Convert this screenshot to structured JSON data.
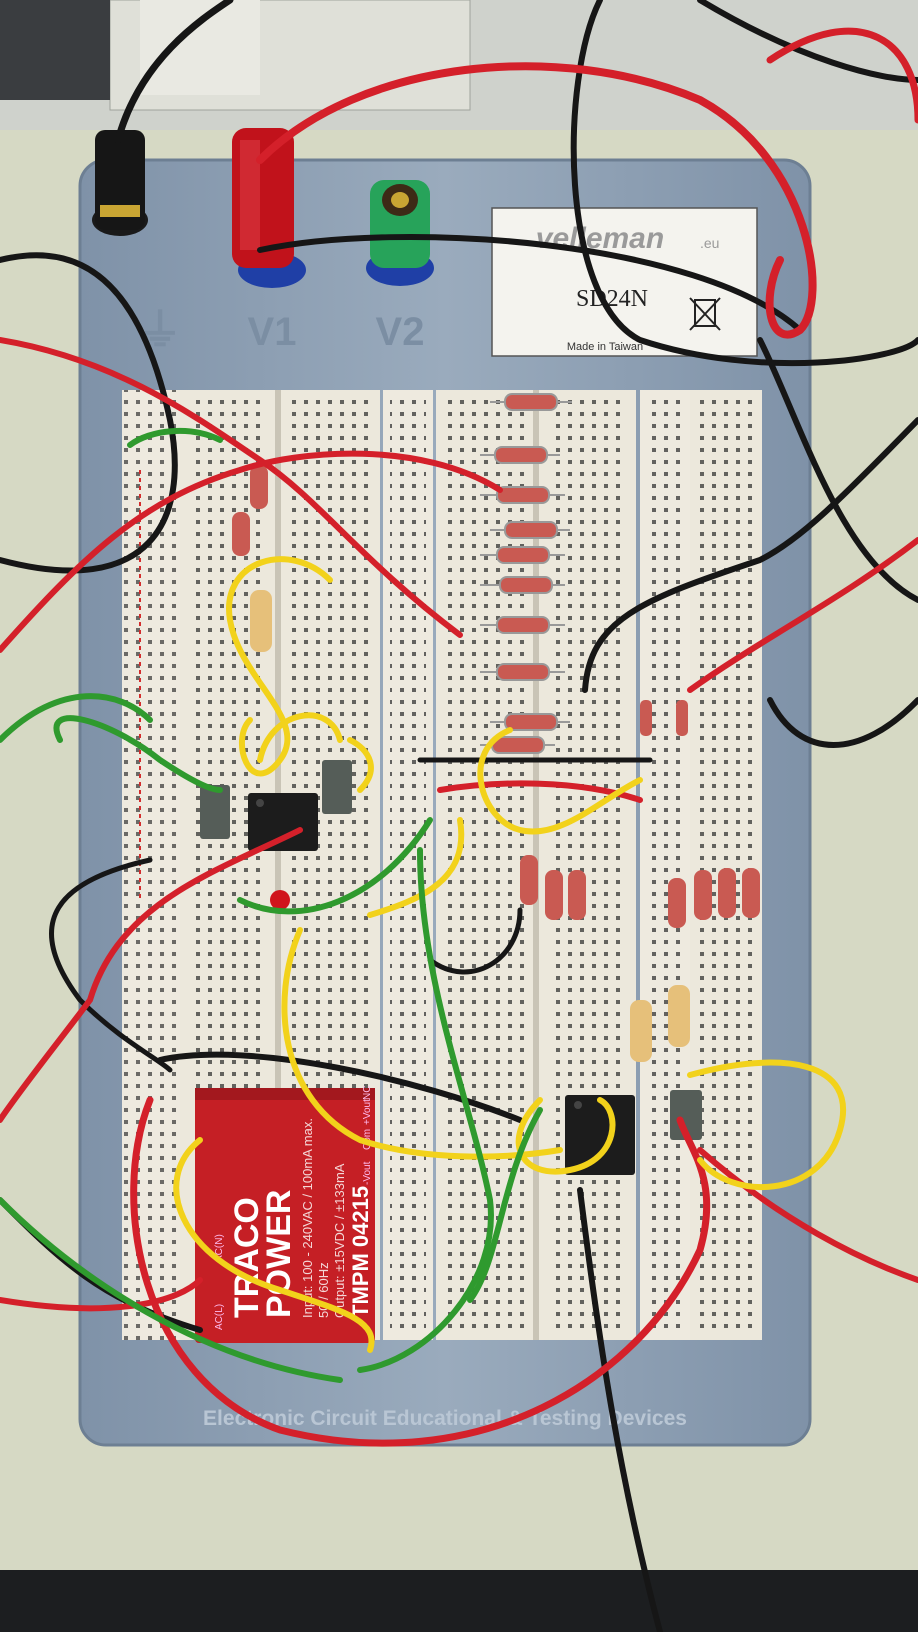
{
  "supply": {
    "brand": "velleman",
    "brand_suffix": ".eu",
    "model": "SD24N",
    "origin": "Made in Taiwan",
    "terminals": [
      "V1",
      "V2"
    ]
  },
  "board": {
    "footer_text": "Electronic Circuit Educational & Testing Devices"
  },
  "module": {
    "brand_top": "TRACO",
    "brand_bottom": "POWER",
    "model": "TMPM 04215",
    "input_spec": "Input: 100 - 240VAC / 100mA max.",
    "freq_spec": "50 / 60Hz",
    "output_spec": "Output: ±15VDC / ±133mA",
    "pins_left": [
      "AC(L)",
      "AC(N)"
    ],
    "pins_right": [
      "-Vout",
      "Com",
      "+Vout",
      "NC"
    ]
  },
  "colors": {
    "board_frame": "#8ea0b4",
    "breadboard": "#ece8dc",
    "wire_red": "#d4202a",
    "wire_black": "#1a1a1a",
    "wire_yellow": "#f2d21b",
    "wire_green": "#2f9a2e",
    "resistor_body": "#c95a52",
    "module_red": "#c51f25"
  }
}
